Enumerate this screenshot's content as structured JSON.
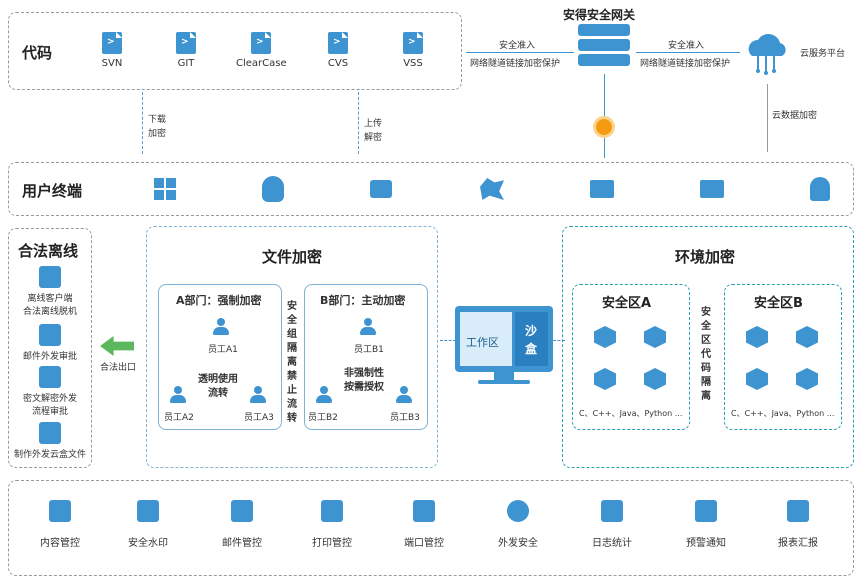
{
  "code": {
    "title": "代码",
    "tools": [
      "SVN",
      "GIT",
      "ClearCase",
      "CVS",
      "VSS"
    ]
  },
  "gateway": {
    "title": "安得安全网关",
    "left_line1": "安全准入",
    "left_line2": "网络隧道链接加密保护",
    "right_line1": "安全准入",
    "right_line2": "网络隧道链接加密保护",
    "cloud_label": "云服务平台",
    "cloud_encrypt": "云数据加密"
  },
  "links": {
    "download": "下载\n加密",
    "download_1": "下载",
    "download_2": "加密",
    "upload_1": "上传",
    "upload_2": "解密"
  },
  "terminal": {
    "title": "用户终端",
    "icons": [
      "windows-icon",
      "linux-icon",
      "mac-icon",
      "kylin-icon",
      "monitor-icon",
      "uos-icon",
      "android-icon"
    ]
  },
  "offline": {
    "title": "合法离线",
    "items": [
      {
        "line1": "离线客户端",
        "line2": "合法离线脱机"
      },
      {
        "line1": "邮件外发审批",
        "line2": ""
      },
      {
        "line1": "密文解密外发",
        "line2": "流程审批"
      },
      {
        "line1": "制作外发云盒文件",
        "line2": ""
      }
    ],
    "exit_label": "合法出口"
  },
  "file_encrypt": {
    "title": "文件加密",
    "deptA": {
      "title": "A部门：强制加密",
      "center": [
        "透明使用",
        "流转"
      ],
      "users": [
        "员工A1",
        "员工A2",
        "员工A3"
      ]
    },
    "separator": [
      "安",
      "全",
      "组",
      "隔",
      "离",
      "禁",
      "止",
      "流",
      "转"
    ],
    "deptB": {
      "title": "B部门：主动加密",
      "center": [
        "非强制性",
        "按需授权"
      ],
      "users": [
        "员工B1",
        "员工B2",
        "员工B3"
      ]
    }
  },
  "workspace": {
    "work": "工作区",
    "sandbox_1": "沙",
    "sandbox_2": "盒"
  },
  "env_encrypt": {
    "title": "环境加密",
    "zoneA": {
      "title": "安全区A",
      "langs": "C、C++、Java、Python ..."
    },
    "separator": [
      "安",
      "全",
      "区",
      "代",
      "码",
      "隔",
      "离"
    ],
    "zoneB": {
      "title": "安全区B",
      "langs": "C、C++、Java、Python ..."
    }
  },
  "bottom": {
    "items": [
      "内容管控",
      "安全水印",
      "邮件管控",
      "打印管控",
      "端口管控",
      "外发安全",
      "日志统计",
      "预警通知",
      "报表汇报"
    ]
  },
  "colors": {
    "accent": "#3d94d0",
    "green": "#5cb85c",
    "teal": "#2a9fb0"
  }
}
